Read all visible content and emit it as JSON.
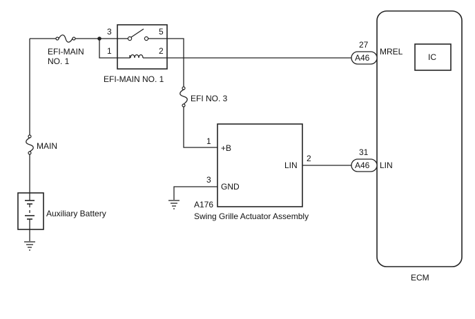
{
  "efi_main_fuse": {
    "line1": "EFI-MAIN",
    "line2": "NO. 1"
  },
  "efi_main_relay": {
    "label": "EFI-MAIN NO. 1",
    "pins": {
      "p3": "3",
      "p5": "5",
      "p1": "1",
      "p2": "2"
    }
  },
  "efi3_fuse": {
    "label": "EFI NO. 3"
  },
  "main_fuse": {
    "label": "MAIN"
  },
  "battery": {
    "label": "Auxiliary Battery"
  },
  "actuator": {
    "code": "A176",
    "name": "Swing Grille Actuator Assembly",
    "pins": {
      "plus_b": {
        "num": "1",
        "name": "+B"
      },
      "gnd": {
        "num": "3",
        "name": "GND"
      },
      "lin": {
        "num": "2",
        "name": "LIN"
      }
    }
  },
  "ecm": {
    "label": "ECM",
    "ic_label": "IC",
    "mrel": {
      "pin": "27",
      "connector": "A46",
      "name": "MREL"
    },
    "lin": {
      "pin": "31",
      "connector": "A46",
      "name": "LIN"
    }
  }
}
